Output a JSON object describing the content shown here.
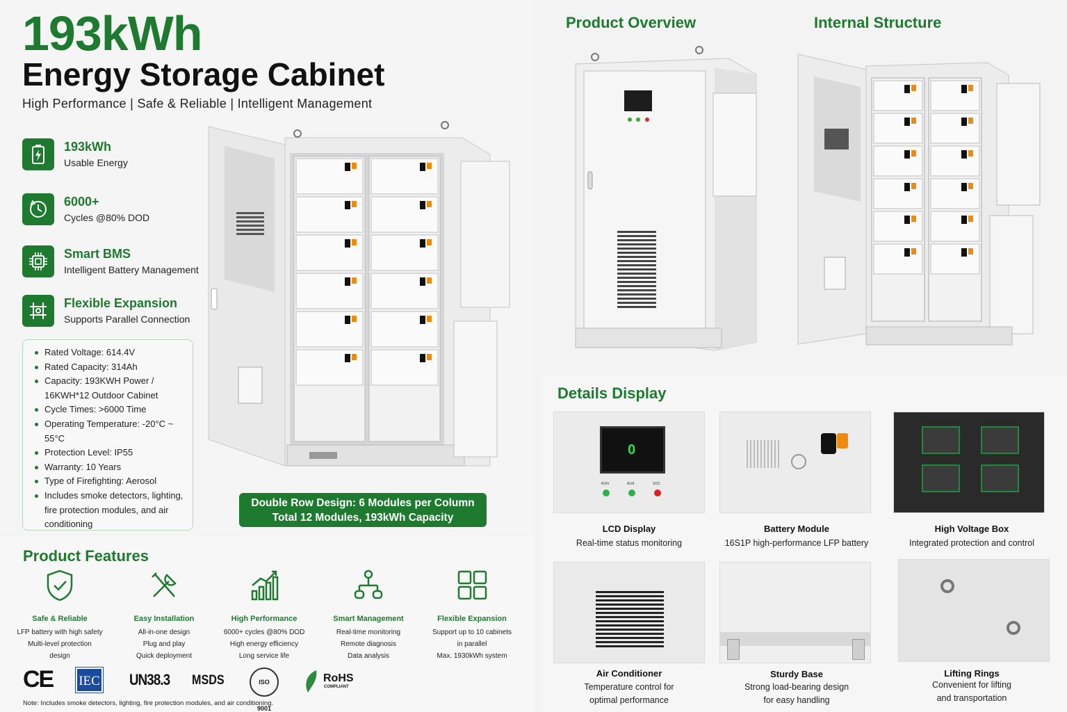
{
  "hero": {
    "capacity": "193kWh",
    "title": "Energy Storage Cabinet",
    "tagline": "High Performance | Safe & Reliable | Intelligent Management"
  },
  "highlights": [
    {
      "icon": "battery-icon",
      "title": "193kWh",
      "subtitle": "Usable Energy"
    },
    {
      "icon": "cycle-clock-icon",
      "title": "6000+",
      "subtitle": "Cycles @80% DOD"
    },
    {
      "icon": "chip-icon",
      "title": "Smart BMS",
      "subtitle": "Intelligent Battery Management"
    },
    {
      "icon": "expansion-icon",
      "title": "Flexible Expansion",
      "subtitle": "Supports Parallel Connection"
    }
  ],
  "specs": [
    "Rated Voltage: 614.4V",
    "Rated Capacity: 314Ah",
    "Capacity: 193KWH Power / 16KWH*12 Outdoor Cabinet",
    "Cycle Times: >6000 Time",
    "Operating Temperature: -20°C ~ 55°C",
    "Protection Level: IP55",
    "Warranty: 10 Years",
    "Type of Firefighting: Aerosol",
    "Includes smoke detectors, lighting, fire protection modules, and air conditioning"
  ],
  "banner": {
    "line1": "Double Row Design: 6 Modules per Column",
    "line2": "Total 12 Modules, 193kWh Capacity"
  },
  "product_features": {
    "title": "Product Features",
    "items": [
      {
        "icon": "shield-check-icon",
        "name": "Safe & Reliable",
        "lines": [
          "LFP battery with high safety",
          "Multi-level protection",
          "design"
        ]
      },
      {
        "icon": "tools-icon",
        "name": "Easy Installation",
        "lines": [
          "All-in-one design",
          "Plug and play",
          "Quick deployment"
        ]
      },
      {
        "icon": "bar-chart-icon",
        "name": "High Performance",
        "lines": [
          "6000+ cycles @80% DOD",
          "High energy efficiency",
          "Long service life"
        ]
      },
      {
        "icon": "network-icon",
        "name": "Smart Management",
        "lines": [
          "Real-time monitoring",
          "Remote diagnosis",
          "Data analysis"
        ]
      },
      {
        "icon": "grid-icon",
        "name": "Flexible Expansion",
        "lines": [
          "Support up to 10 cabinets",
          "in parallel",
          "Max. 1930kWh system"
        ]
      }
    ]
  },
  "certifications": {
    "ce": "CE",
    "iec": "IEC",
    "un": "UN38.3",
    "msds": "MSDS",
    "iso": "ISO 9001",
    "rohs": "RoHS",
    "rohs_sub": "COMPLIANT"
  },
  "note": "Note: Includes smoke detectors, lighting, fire protection modules, and air conditioning.",
  "overview_title": "Product Overview",
  "internal_title": "Internal Structure",
  "details": {
    "title": "Details Display",
    "items": [
      {
        "name": "LCD Display",
        "desc": [
          "Real-time status monitoring"
        ]
      },
      {
        "name": "Battery Module",
        "desc": [
          "16S1P high-performance LFP battery"
        ]
      },
      {
        "name": "High Voltage Box",
        "desc": [
          "Integrated protection and control"
        ]
      },
      {
        "name": "Air Conditioner",
        "desc": [
          "Temperature control for",
          "optimal performance"
        ]
      },
      {
        "name": "Sturdy Base",
        "desc": [
          "Strong load-bearing design",
          "for easy handling"
        ]
      },
      {
        "name": "Lifting Rings",
        "desc": [
          "Convenient for lifting",
          "and transportation"
        ]
      }
    ]
  },
  "lcd_labels": {
    "run": "RUN",
    "alm": "ALM",
    "soc": "SOC"
  },
  "colors": {
    "brand_green": "#1e7a2e",
    "panel_bg": "#f3f3f3"
  }
}
